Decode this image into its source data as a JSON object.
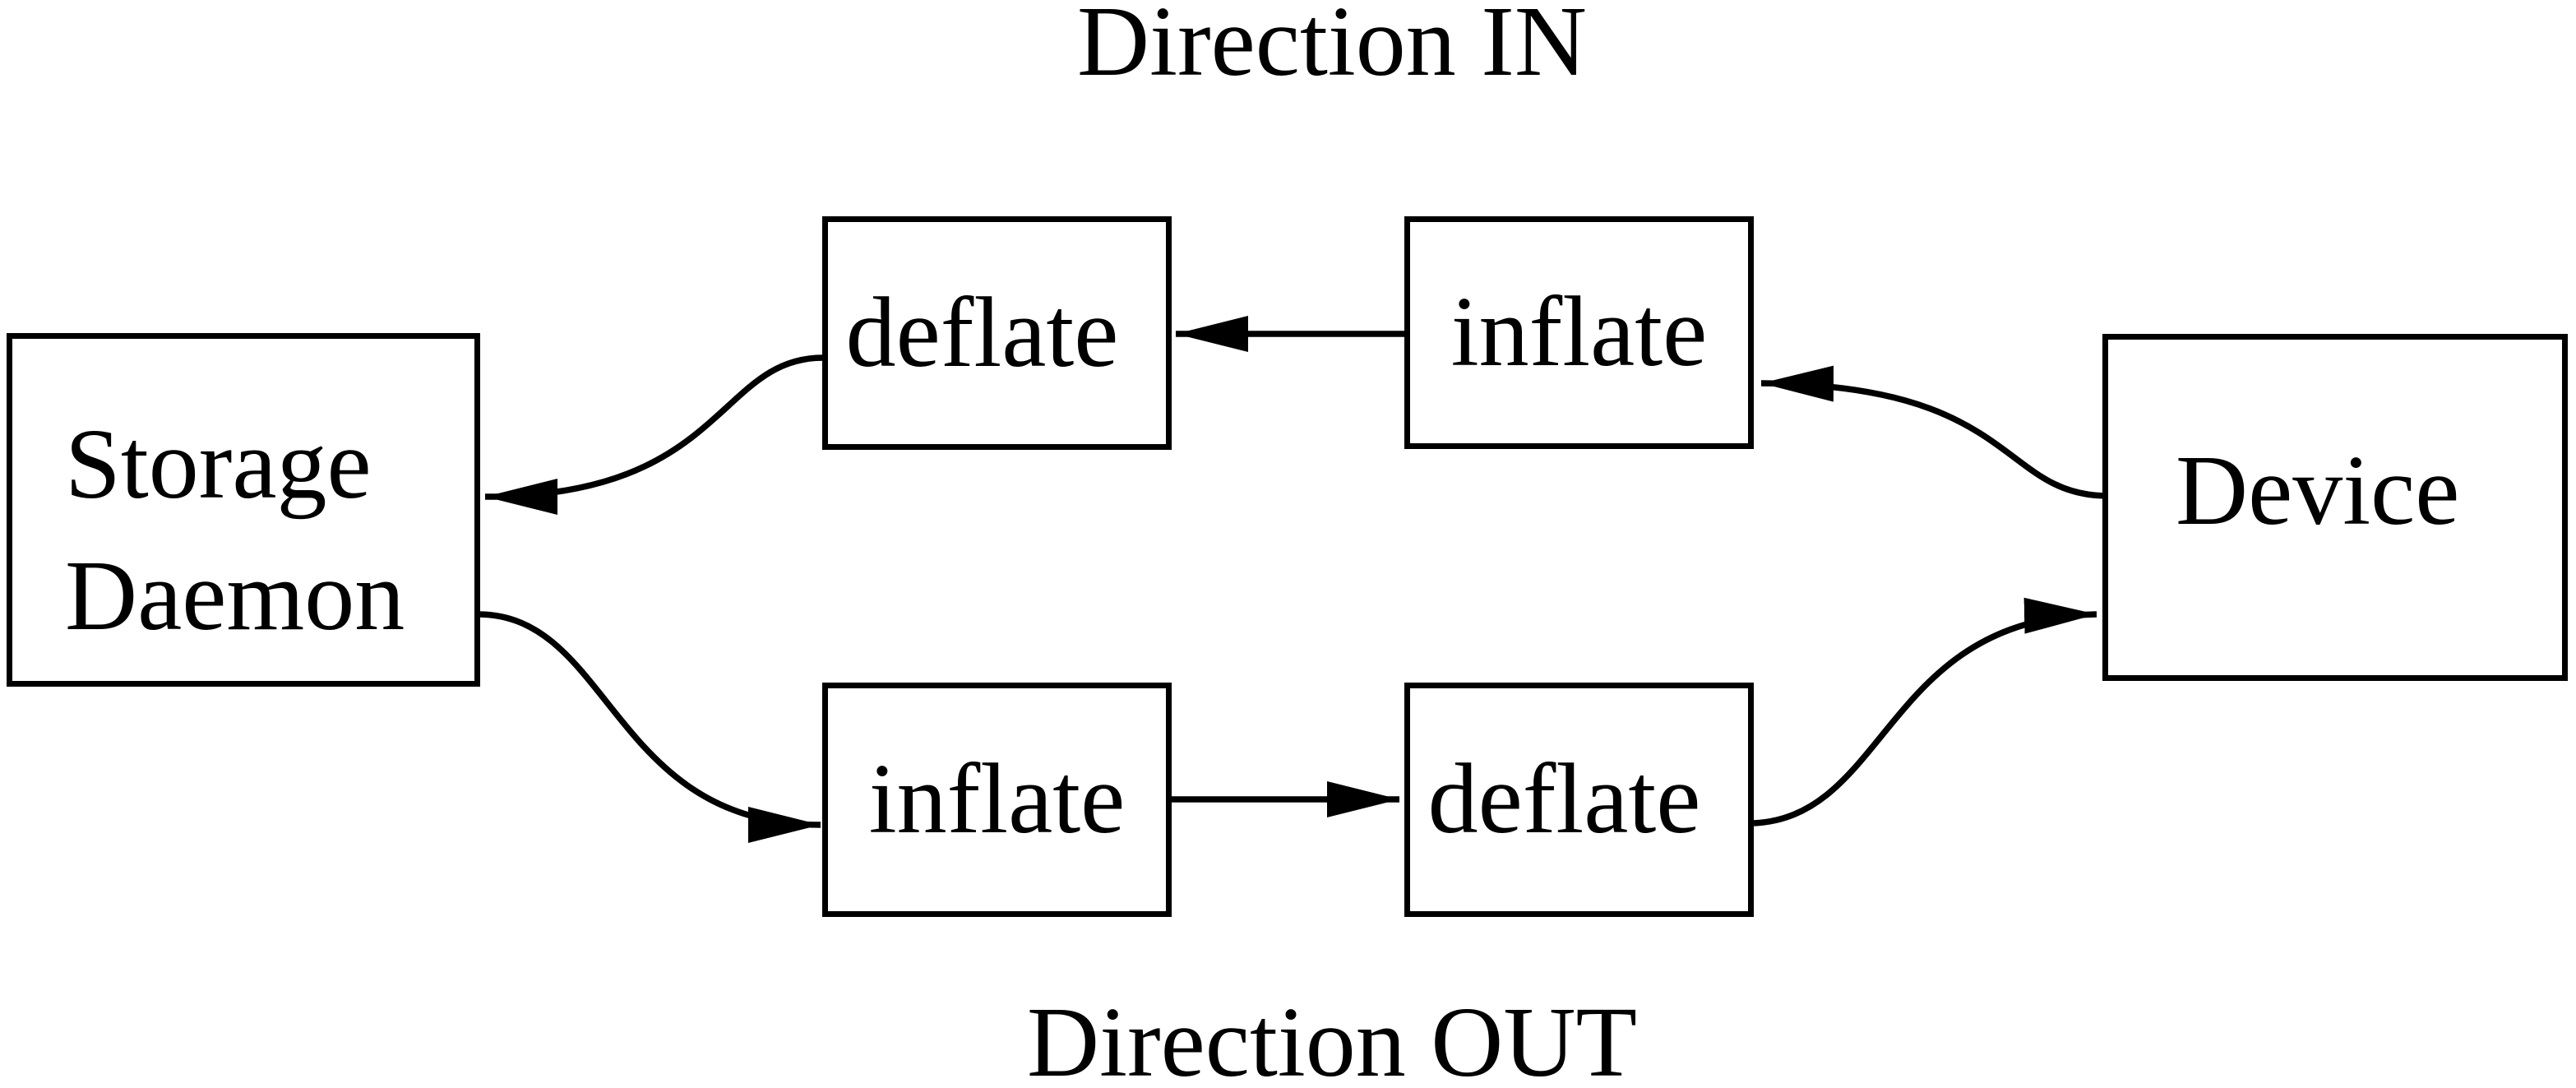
{
  "diagram": {
    "background_color": "#ffffff",
    "line_color": "#000000",
    "titles": {
      "in": "Direction IN",
      "out": "Direction OUT"
    },
    "nodes": {
      "storage_daemon": {
        "lines": [
          "Storage",
          "Daemon"
        ]
      },
      "deflate_in": {
        "label": "deflate"
      },
      "inflate_in": {
        "label": "inflate"
      },
      "inflate_out": {
        "label": "inflate"
      },
      "deflate_out": {
        "label": "deflate"
      },
      "device": {
        "label": "Device"
      }
    },
    "edges": [
      {
        "from": "device",
        "to": "inflate_in",
        "direction": "IN"
      },
      {
        "from": "inflate_in",
        "to": "deflate_in",
        "direction": "IN"
      },
      {
        "from": "deflate_in",
        "to": "storage_daemon",
        "direction": "IN"
      },
      {
        "from": "storage_daemon",
        "to": "inflate_out",
        "direction": "OUT"
      },
      {
        "from": "inflate_out",
        "to": "deflate_out",
        "direction": "OUT"
      },
      {
        "from": "deflate_out",
        "to": "device",
        "direction": "OUT"
      }
    ]
  }
}
